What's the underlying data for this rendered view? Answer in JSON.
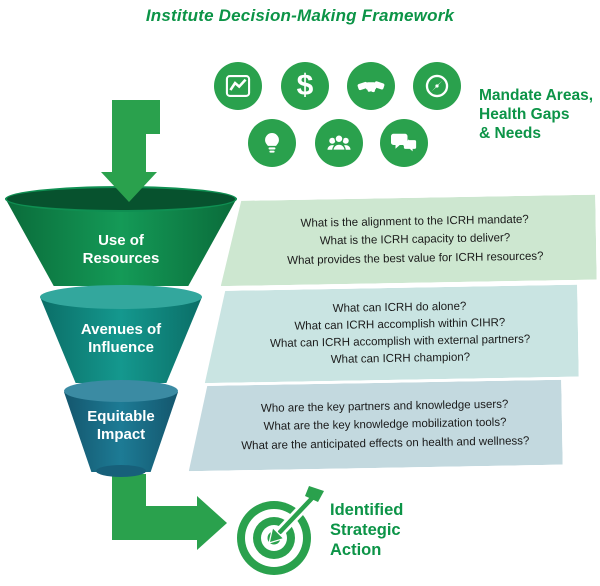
{
  "title": "Institute Decision-Making Framework",
  "mandate": {
    "lines": [
      "Mandate Areas,",
      "Health Gaps",
      "& Needs"
    ]
  },
  "icon_names": [
    "line-chart",
    "dollar",
    "handshake",
    "compass",
    "lightbulb",
    "people",
    "chat-bubbles"
  ],
  "funnel": {
    "stages": [
      {
        "label_lines": [
          "Use of",
          "Resources"
        ],
        "questions": [
          "What is the alignment to the ICRH mandate?",
          "What is the ICRH capacity to deliver?",
          "What provides the best value for ICRH resources?"
        ]
      },
      {
        "label_lines": [
          "Avenues of",
          "Influence"
        ],
        "questions": [
          "What can ICRH do alone?",
          "What can ICRH accomplish within CIHR?",
          "What can ICRH accomplish with external partners?",
          "What can ICRH champion?"
        ]
      },
      {
        "label_lines": [
          "Equitable",
          "Impact"
        ],
        "questions": [
          "Who are the key partners and knowledge users?",
          "What are the key knowledge mobilization tools?",
          "What are the anticipated effects on health and wellness?"
        ]
      }
    ]
  },
  "outcome": {
    "lines": [
      "Identified",
      "Strategic",
      "Action"
    ]
  },
  "colors": {
    "accent_green": "#2aa14d",
    "title_green": "#0c9447",
    "stage1_green": "#0e7d44",
    "stage2_teal": "#0f867d",
    "stage3_blue_teal": "#17607a",
    "panel1_bg": "#cde7d0",
    "panel2_bg": "#c9e4e2",
    "panel3_bg": "#c3d9df"
  }
}
